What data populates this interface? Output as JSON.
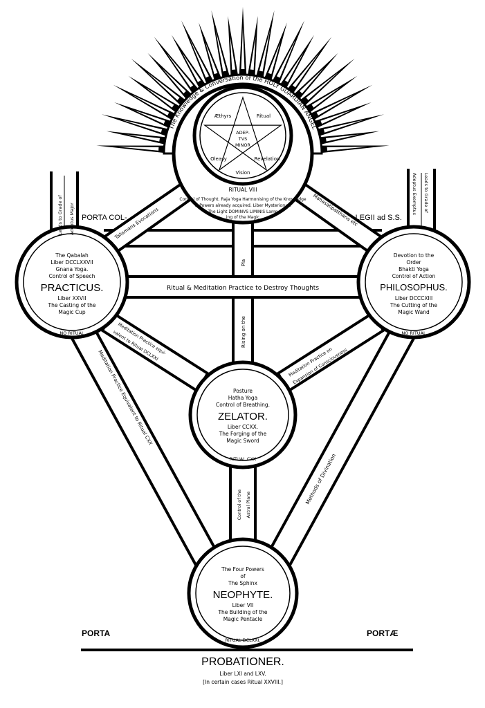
{
  "title": "Tree of Life grades diagram",
  "crown": {
    "arc_text": "The Knowledge & Conversation of the HOLY GUARDIAN ANGEL",
    "pentagram_words": [
      "Æthyrs",
      "Ritual",
      "Revelation",
      "Vision",
      "Oleasy"
    ],
    "center_lines": [
      "ADEP-",
      "TVS",
      "MINOR"
    ],
    "ritual": "RITUAL VIII"
  },
  "upper_ring": {
    "lines": [
      "Control of Thought. Raja Yoga Harmonising of the Knowledge",
      "& Powers already acquired. Liber Mysteriorum",
      "The Light DOMINVS LIMINIS Lamp",
      "ing of the Magic"
    ]
  },
  "side_pillars": {
    "left": [
      "Leads to Grade of",
      "Adeptus Major"
    ],
    "right": [
      "Leads to Grade of",
      "Adeptus Exemptus"
    ]
  },
  "gates": {
    "left": "PORTA COL-",
    "right": "-LEGII ad S.S.",
    "bottom_left": "PORTA",
    "bottom_right": "PORTÆ"
  },
  "paths": {
    "talismans": "Talismans Evocations",
    "mahasatipatthana": "Mahasatipatthana etc",
    "horizontal": "Ritual & Meditation Practice to Destroy Thoughts",
    "vertical_upper": "Pla",
    "vertical_mid": "Rising on the",
    "vertical_lower": [
      "Control of the",
      "Astral Plane"
    ],
    "left_diag": [
      "Meditation Practice equi-",
      "valent to Ritual DCLXXI"
    ],
    "right_diag": [
      "Meditation Practice on",
      "Expansion of Consciousness"
    ],
    "left_long": "Meditation Practice Equivalent to Ritual CXX",
    "right_long": "Methods of Divination"
  },
  "nodes": {
    "practicus": {
      "top_lines": [
        "The Qabalah",
        "Liber DCCLXXVII",
        "Gnana Yoga.",
        "Control of Speech"
      ],
      "name": "PRACTICUS.",
      "bottom_lines": [
        "Liber XXVII",
        "The Casting of the",
        "Magic Cup"
      ],
      "ritual": "NO RITUAL"
    },
    "philosophus": {
      "top_lines": [
        "Devotion to the",
        "Order",
        "Bhakti Yoga",
        "Control of Action"
      ],
      "name": "PHILOSOPHUS.",
      "bottom_lines": [
        "Liber DCCCXIII",
        "The Cutting of the",
        "Magic Wand"
      ],
      "ritual": "NO RITUAL"
    },
    "zelator": {
      "top_lines": [
        "Posture",
        "Hatha Yoga",
        "Control of Breathing."
      ],
      "name": "ZELATOR.",
      "bottom_lines": [
        "Liber CCXX.",
        "The Forging of the",
        "Magic Sword"
      ],
      "ritual": "RITUAL CXX"
    },
    "neophyte": {
      "top_lines": [
        "The Four Powers",
        "of",
        "The Sphinx"
      ],
      "name": "NEOPHYTE.",
      "bottom_lines": [
        "Liber VII",
        "The Building of the",
        "Magic Pentacle"
      ],
      "ritual": "RITUAL DCLXXI."
    }
  },
  "base": {
    "name": "PROBATIONER.",
    "line1": "Liber LXI and LXV.",
    "line2": "[In certain cases Ritual XXVIII.]"
  }
}
